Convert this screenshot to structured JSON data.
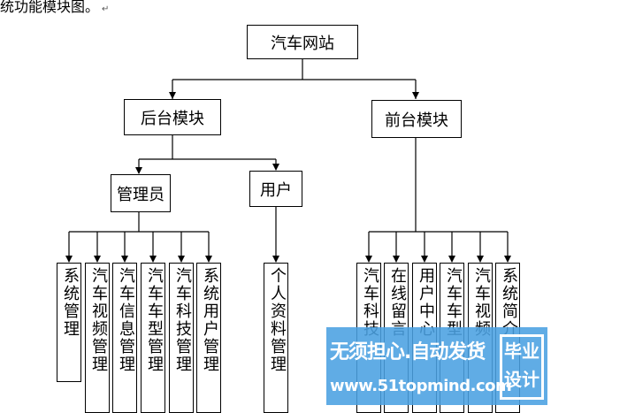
{
  "caption": {
    "text": "统功能模块图。",
    "return_mark": "↵"
  },
  "root": {
    "label": "汽车网站"
  },
  "backend": {
    "label": "后台模块",
    "admin": {
      "label": "管理员",
      "children": [
        "系统管理",
        "汽车视频管理",
        "汽车信息管理",
        "汽车车型管理",
        "汽车科技管理",
        "系统用户管理"
      ]
    },
    "user": {
      "label": "用户",
      "children": [
        "个人资料管理"
      ]
    }
  },
  "frontend": {
    "label": "前台模块",
    "children": [
      "汽车科技",
      "在线留言",
      "用户中心",
      "汽车车型",
      "汽车视频",
      "系统简介"
    ]
  },
  "watermark": {
    "line1": "无须担心.自动发货",
    "line2": "www.51topmind.com",
    "badge": [
      "毕业",
      "设计"
    ],
    "color": "#4aa0e1"
  }
}
